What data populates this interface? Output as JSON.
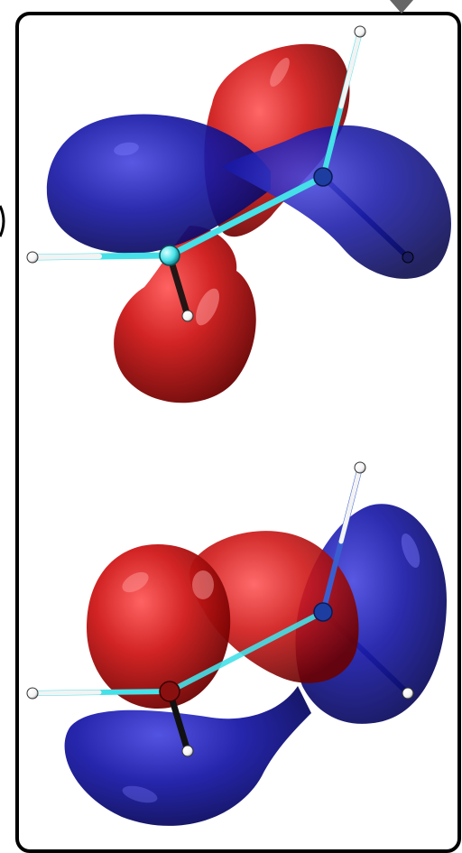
{
  "figure": {
    "panels": [
      {
        "id": "top",
        "lobes": [
          "red-upper",
          "blue-left",
          "blue-right",
          "red-lower"
        ]
      },
      {
        "id": "bottom",
        "lobes": [
          "red-left",
          "red-middle",
          "blue-right",
          "blue-lower"
        ]
      }
    ],
    "colors": {
      "frame": "#000000",
      "lobe_red": "#d01818",
      "lobe_red_dark": "#6a0000",
      "lobe_blue": "#1a1aa8",
      "lobe_blue_dark": "#05054a",
      "bond_cyan": "#45e0e8",
      "bond_black": "#111111",
      "atom_white": "#ffffff",
      "indicator": "#666666"
    }
  }
}
